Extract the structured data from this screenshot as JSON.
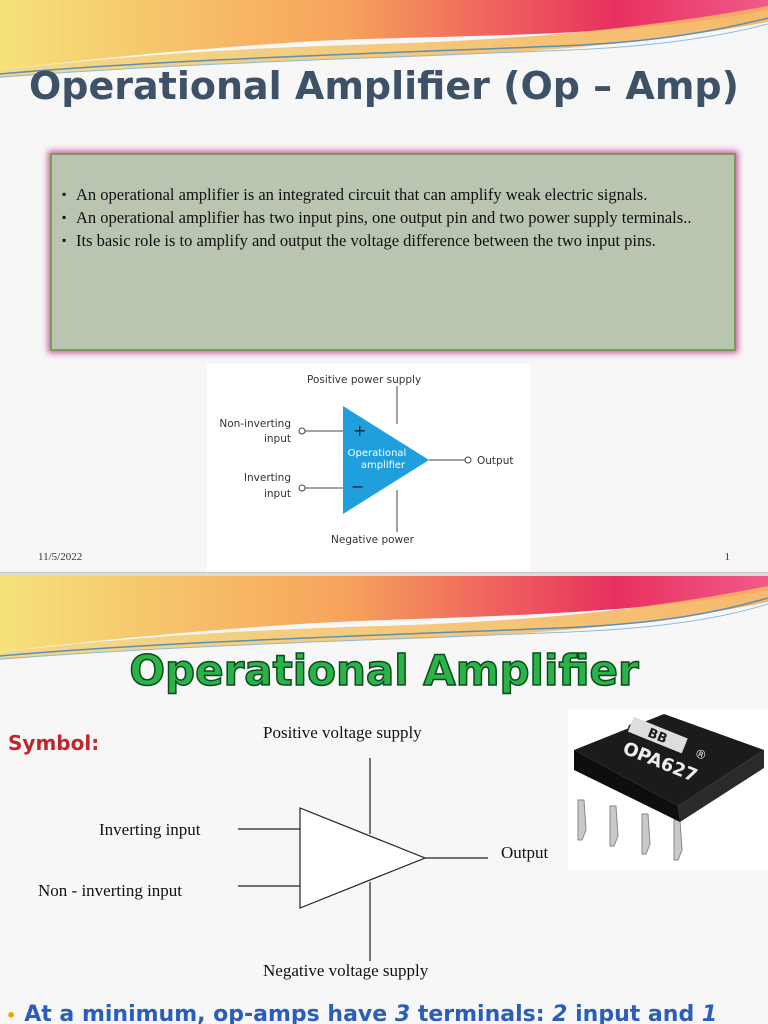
{
  "slide1": {
    "title": "Operational Amplifier (Op – Amp)",
    "bullets": [
      "An operational amplifier is an integrated circuit that can amplify weak electric signals.",
      "An operational amplifier has two input pins, one output pin and two power supply terminals..",
      "Its basic role is to amplify and output the voltage difference between the two input pins."
    ],
    "diagram": {
      "positive_supply": "Positive power supply",
      "non_inverting_1": "Non-inverting",
      "non_inverting_2": "input",
      "inverting_1": "Inverting",
      "inverting_2": "input",
      "amp_label_1": "Operational",
      "amp_label_2": "amplifier",
      "plus": "+",
      "minus": "−",
      "output": "Output",
      "negative_supply": "Negative power"
    },
    "footer_date": "11/5/2022",
    "page_number": "1",
    "colors": {
      "title": "#3d5167",
      "box_bg": "#b9c5b1",
      "box_glow": "#c45a9d",
      "triangle": "#1fa0dc"
    }
  },
  "slide2": {
    "title": "Operational  Amplifier",
    "symbol_label": "Symbol:",
    "diagram": {
      "positive_supply": "Positive voltage supply",
      "inverting": "Inverting input",
      "non_inverting": "Non - inverting input",
      "output": "Output",
      "negative_supply": "Negative voltage supply",
      "minus": "-",
      "plus": "+"
    },
    "chip": {
      "logo": "BB",
      "part": "OPA627",
      "reg": "®"
    },
    "conclusion_pre": "At a minimum, op-amps have ",
    "conclusion_num": "3",
    "conclusion_mid": " terminals: ",
    "conclusion_num2": "2",
    "conclusion_post": " input and ",
    "conclusion_num3": "1",
    "colors": {
      "title": "#2bb34a",
      "symbol": "#c0262a",
      "conclusion": "#2a5eb8"
    }
  }
}
